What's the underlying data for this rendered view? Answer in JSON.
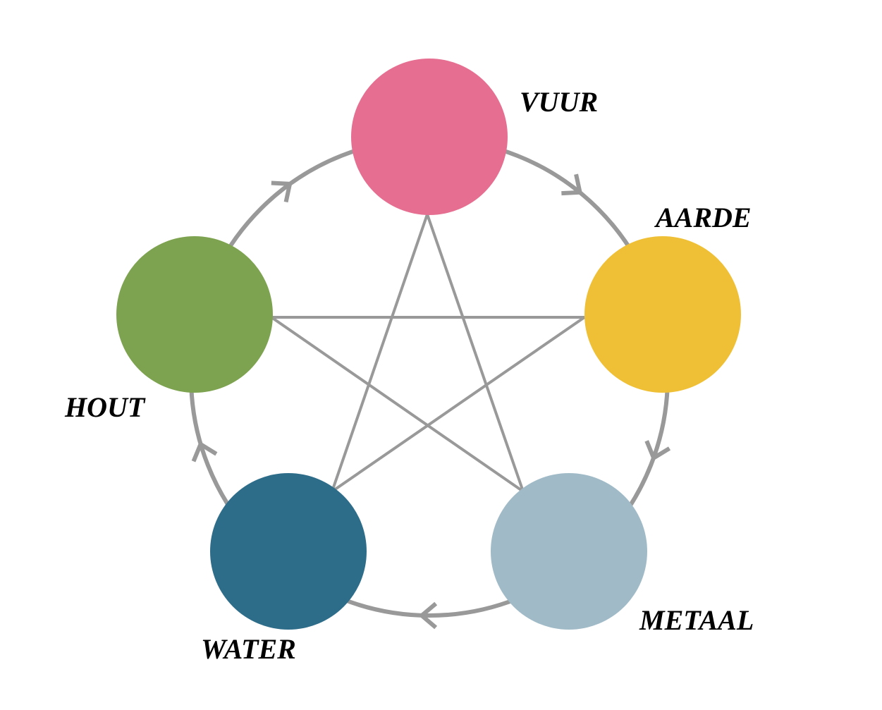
{
  "diagram": {
    "colors": {
      "cycle": "#999999",
      "star": "#999999"
    },
    "elements": [
      {
        "id": "vuur",
        "label": "VUUR",
        "color": "#e56e91"
      },
      {
        "id": "aarde",
        "label": "AARDE",
        "color": "#efc036"
      },
      {
        "id": "metaal",
        "label": "METAAL",
        "color": "#a0bbc7"
      },
      {
        "id": "water",
        "label": "WATER",
        "color": "#2e6d8a"
      },
      {
        "id": "hout",
        "label": "HOUT",
        "color": "#7ea350"
      }
    ],
    "cycle_order": [
      "vuur",
      "aarde",
      "metaal",
      "water",
      "hout"
    ],
    "star_order": [
      "vuur",
      "metaal",
      "hout",
      "aarde",
      "water"
    ]
  }
}
